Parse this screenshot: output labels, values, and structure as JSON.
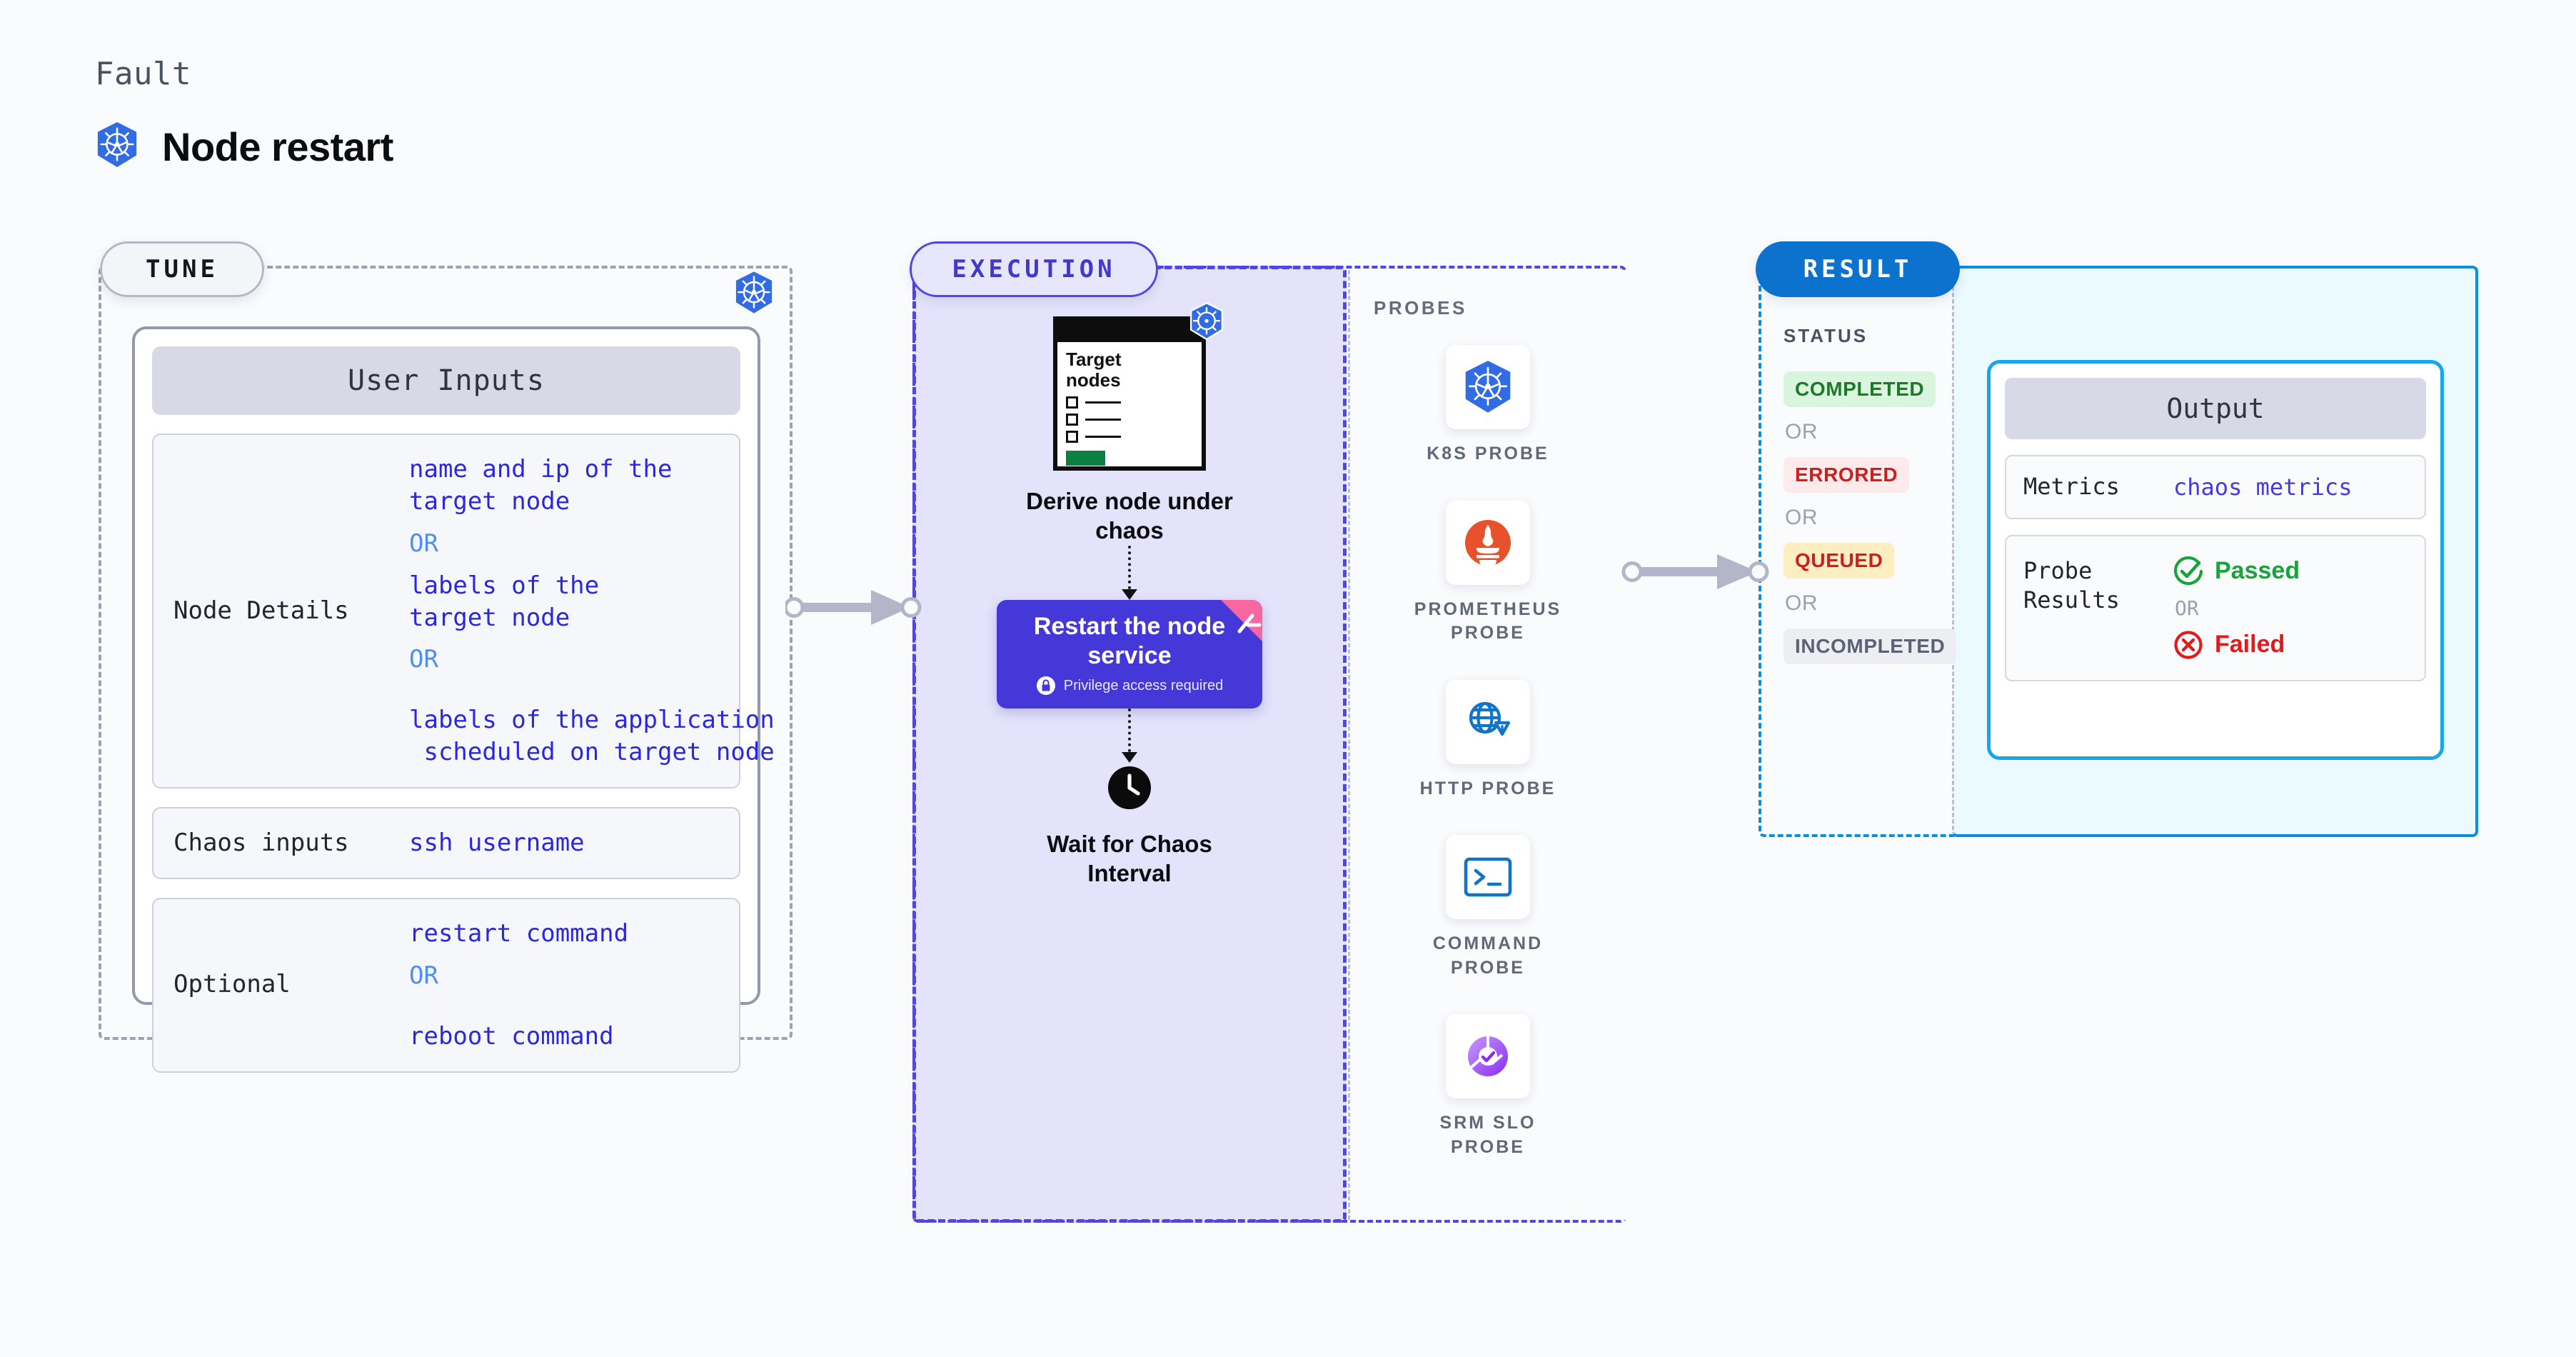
{
  "header": {
    "kicker": "Fault",
    "title": "Node restart",
    "icon": "kubernetes-icon"
  },
  "phases": {
    "tune": {
      "label": "TUNE",
      "icon": "kubernetes-icon"
    },
    "execution": {
      "label": "EXECUTION"
    },
    "result": {
      "label": "RESULT"
    }
  },
  "tune": {
    "panel_title": "User Inputs",
    "rows": [
      {
        "label": "Node Details",
        "values": [
          {
            "text": "name and ip of the\ntarget node",
            "kind": "value"
          },
          {
            "text": "OR",
            "kind": "or"
          },
          {
            "text": "labels of the\ntarget node",
            "kind": "value"
          },
          {
            "text": "OR",
            "kind": "or"
          },
          {
            "text": "labels of the application\n scheduled on target node",
            "kind": "value-gap"
          }
        ]
      },
      {
        "label": "Chaos inputs",
        "values": [
          {
            "text": "ssh username",
            "kind": "value"
          }
        ]
      },
      {
        "label": "Optional",
        "values": [
          {
            "text": "restart command",
            "kind": "value"
          },
          {
            "text": "OR",
            "kind": "or"
          },
          {
            "text": "reboot command",
            "kind": "value-gap"
          }
        ]
      }
    ]
  },
  "execution": {
    "doc": {
      "title": "Target\nnodes",
      "icon": "kubernetes-icon",
      "checkbox_count": 3
    },
    "step1_caption": "Derive node under\nchaos",
    "action": {
      "title": "Restart the node\nservice",
      "note": "Privilege access required",
      "note_icon": "lock-icon",
      "ribbon_icon": "ribbon-tag-icon",
      "bg_color": "#4438d9"
    },
    "wait": {
      "icon": "clock-icon",
      "caption": "Wait for Chaos\nInterval"
    }
  },
  "probes": {
    "heading": "PROBES",
    "items": [
      {
        "label": "K8S PROBE",
        "icon": "kubernetes-icon"
      },
      {
        "label": "PROMETHEUS\nPROBE",
        "icon": "prometheus-icon"
      },
      {
        "label": "HTTP PROBE",
        "icon": "http-globe-icon"
      },
      {
        "label": "COMMAND\nPROBE",
        "icon": "terminal-icon"
      },
      {
        "label": "SRM SLO\nPROBE",
        "icon": "srm-slo-icon"
      }
    ]
  },
  "result": {
    "status_heading": "STATUS",
    "or_label": "OR",
    "statuses": [
      {
        "label": "COMPLETED",
        "bg": "#d9f5de",
        "fg": "#1d7a29"
      },
      {
        "label": "ERRORED",
        "bg": "#fdeaea",
        "fg": "#cc2020"
      },
      {
        "label": "QUEUED",
        "bg": "#fdeec2",
        "fg": "#cc2020"
      },
      {
        "label": "INCOMPLETED",
        "bg": "#eceef4",
        "fg": "#5b6274"
      }
    ],
    "output": {
      "panel_title": "Output",
      "metrics_label": "Metrics",
      "metrics_value": "chaos metrics",
      "probe_results_label": "Probe\nResults",
      "passed_label": "Passed",
      "passed_color": "#19a33b",
      "failed_label": "Failed",
      "failed_color": "#e01b1b",
      "or_label": "OR"
    }
  }
}
